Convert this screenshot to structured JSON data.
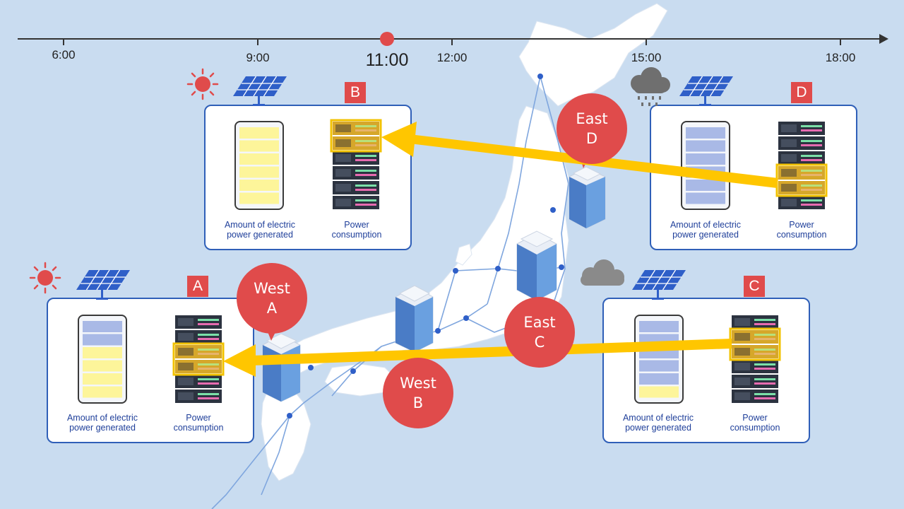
{
  "timeline": {
    "ticks": [
      "6:00",
      "9:00",
      "12:00",
      "15:00",
      "18:00"
    ],
    "current": "11:00"
  },
  "panels": {
    "A": {
      "letter": "A",
      "generated_label": "Amount of electric\npower generated",
      "consumption_label": "Power\nconsumption",
      "weather": "sun-icon",
      "battery_filled_cells": 4
    },
    "B": {
      "letter": "B",
      "generated_label": "Amount of electric\npower generated",
      "consumption_label": "Power\nconsumption",
      "weather": "sun-icon",
      "battery_filled_cells": 6
    },
    "C": {
      "letter": "C",
      "generated_label": "Amount of electric\npower generated",
      "consumption_label": "Power\nconsumption",
      "weather": "cloud-icon",
      "battery_filled_cells": 1
    },
    "D": {
      "letter": "D",
      "generated_label": "Amount of electric\npower generated",
      "consumption_label": "Power\nconsumption",
      "weather": "rain-cloud-icon",
      "battery_filled_cells": 0
    }
  },
  "datacenters": {
    "west_a": {
      "line1": "West",
      "line2": "A"
    },
    "west_b": {
      "line1": "West",
      "line2": "B"
    },
    "east_c": {
      "line1": "East",
      "line2": "C"
    },
    "east_d": {
      "line1": "East",
      "line2": "D"
    }
  },
  "colors": {
    "background": "#c9dcf0",
    "panel_border": "#2f5fb8",
    "badge": "#e04b4b",
    "arrow": "#ffc600",
    "battery_fill": "#fdf59a",
    "battery_empty": "#a9b9e6"
  }
}
